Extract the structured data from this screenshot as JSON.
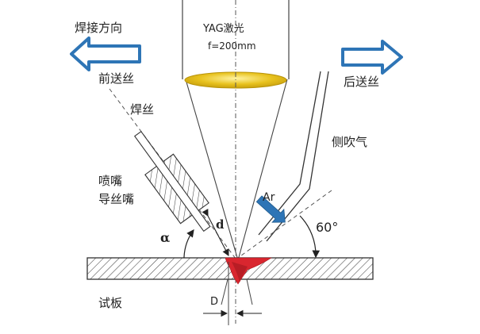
{
  "labels": {
    "welding_direction": "焊接方向",
    "front_feed": "前送丝",
    "rear_feed": "后送丝",
    "laser": "YAG激光",
    "focal": "f=200mm",
    "wire": "焊丝",
    "side_gas": "侧吹气",
    "nozzle": "喷嘴",
    "wire_nozzle": "导丝嘴",
    "gas": "Ar",
    "angle": "60°",
    "alpha": "α",
    "distance": "d",
    "offset": "D",
    "plate": "试板"
  },
  "colors": {
    "arrow_fill": "#ffffff",
    "arrow_stroke": "#2e75b6",
    "lens_fill": "#e8c21e",
    "lens_stroke": "#b8930a",
    "weld_pool": "#d9262f",
    "gas_arrow": "#2e75b6",
    "line": "#333333"
  }
}
